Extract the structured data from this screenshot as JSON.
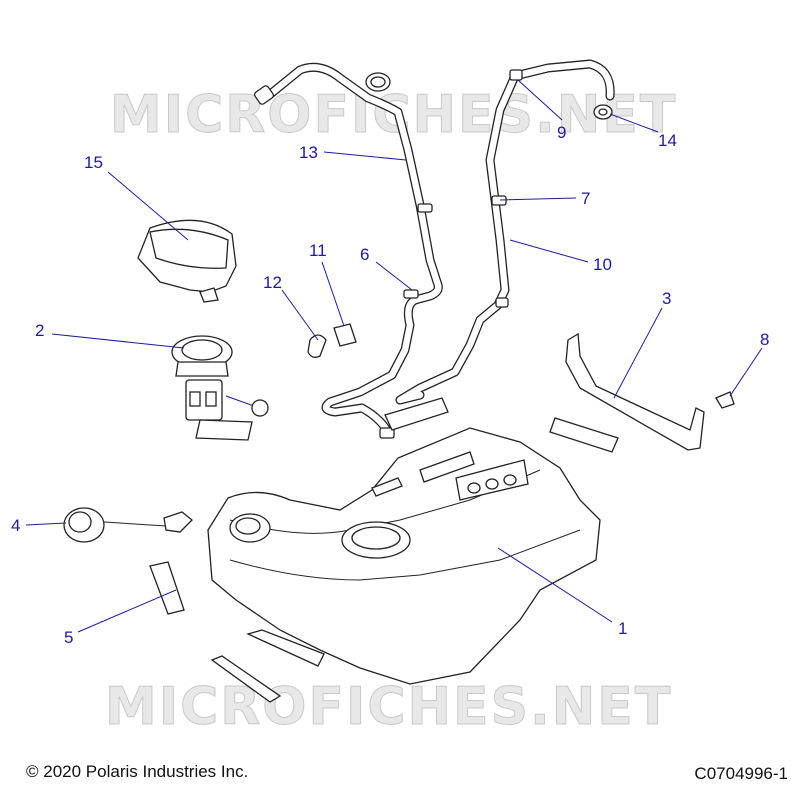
{
  "watermark": "MICROFICHES.NET",
  "callouts": [
    {
      "id": "1",
      "label": "1"
    },
    {
      "id": "2",
      "label": "2"
    },
    {
      "id": "3",
      "label": "3"
    },
    {
      "id": "4",
      "label": "4"
    },
    {
      "id": "5",
      "label": "5"
    },
    {
      "id": "6",
      "label": "6"
    },
    {
      "id": "7",
      "label": "7"
    },
    {
      "id": "8",
      "label": "8"
    },
    {
      "id": "9",
      "label": "9"
    },
    {
      "id": "10",
      "label": "10"
    },
    {
      "id": "11",
      "label": "11"
    },
    {
      "id": "12",
      "label": "12"
    },
    {
      "id": "13",
      "label": "13"
    },
    {
      "id": "14",
      "label": "14"
    },
    {
      "id": "15",
      "label": "15"
    }
  ],
  "footer": {
    "copyright": "© 2020 Polaris Industries Inc.",
    "drawing_number": "C0704996-1"
  },
  "colors": {
    "callout": "#1a1aa6",
    "line_art": "#222222",
    "watermark": "#c9c9c9"
  }
}
